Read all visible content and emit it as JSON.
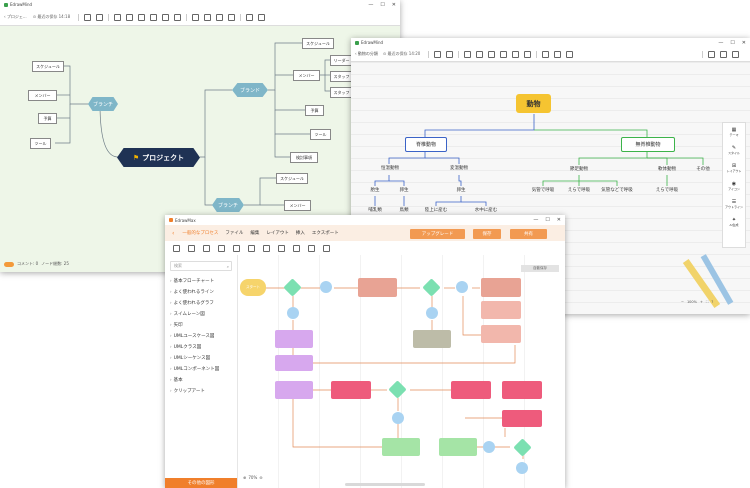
{
  "app_name": "EdrawMind",
  "window1": {
    "back_label": "プロジェ...",
    "save_status": "最近の保存 14:18",
    "center_topic": "プロジェクト",
    "branch_left": "ブランチ",
    "branch_top": "ブランド",
    "branch_bottom": "ブランチ",
    "left_nodes": [
      "スケジュール",
      "メンバー",
      "予算",
      "ツール"
    ],
    "top_nodes": [
      "スケジュール",
      "メンバー",
      "予算",
      "ツール",
      "検討事項"
    ],
    "member_sub": [
      "リーダー",
      "スタッフ",
      "スタッフ"
    ],
    "bottom_nodes": [
      "スケジュール",
      "メンバー"
    ],
    "comment_label": "コメント",
    "comment_count": "0",
    "node_count_label": "ノード総数",
    "node_count": "25"
  },
  "window2": {
    "title": "動物の分類",
    "save_status": "最近の保存 14:20",
    "root": "動物",
    "level1": [
      "脊椎動物",
      "無脊椎動物"
    ],
    "vertebrate_children": [
      "恒温動物",
      "変温動物"
    ],
    "warm_children": [
      "胎生",
      "卵生"
    ],
    "cold_children": [
      "卵生"
    ],
    "viviparous_children": [
      "哺乳類"
    ],
    "ovip_warm_children": [
      "鳥類"
    ],
    "ovip_cold_children": [
      "陸上に産む",
      "水中に産む"
    ],
    "invert_children": [
      "節足動物",
      "軟体動物",
      "その他"
    ],
    "arthropod_children": [
      "気管で呼吸",
      "えらで呼吸",
      "気管などで呼吸"
    ],
    "mollusk_children": [
      "えらで呼吸"
    ],
    "side_panel": [
      "テーマ",
      "スタイル",
      "レイアウト",
      "アイコン",
      "アウトライン",
      "AI生成"
    ],
    "zoom": "100%"
  },
  "window3": {
    "app_name": "EdrawMax",
    "tab_title": "一般的なプロセス",
    "menu": [
      "ファイル",
      "編集",
      "レイアウト",
      "挿入",
      "エクスポート"
    ],
    "upgrade_label": "アップグレード",
    "save_label": "保存",
    "share_label": "共有",
    "search_placeholder": "検索",
    "library": [
      "基本フローチャート",
      "よく使われるライン",
      "よく使われるグラフ",
      "スイムレーン図",
      "矢印",
      "UMLユースケース図",
      "UMLクラス図",
      "UMLシーケンス図",
      "UMLコンポーネント図",
      "基本",
      "クリップアート"
    ],
    "more_shapes": "その他の図形",
    "zoom": "70%",
    "auto_save": "自動保存",
    "start_label": "スタート"
  }
}
